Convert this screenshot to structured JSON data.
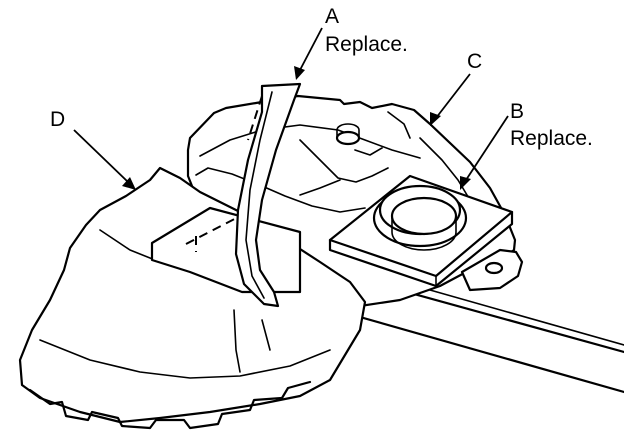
{
  "callouts": {
    "a": {
      "letter": "A",
      "note": "Replace."
    },
    "b": {
      "letter": "B",
      "note": "Replace."
    },
    "c": {
      "letter": "C"
    },
    "d": {
      "letter": "D"
    }
  }
}
